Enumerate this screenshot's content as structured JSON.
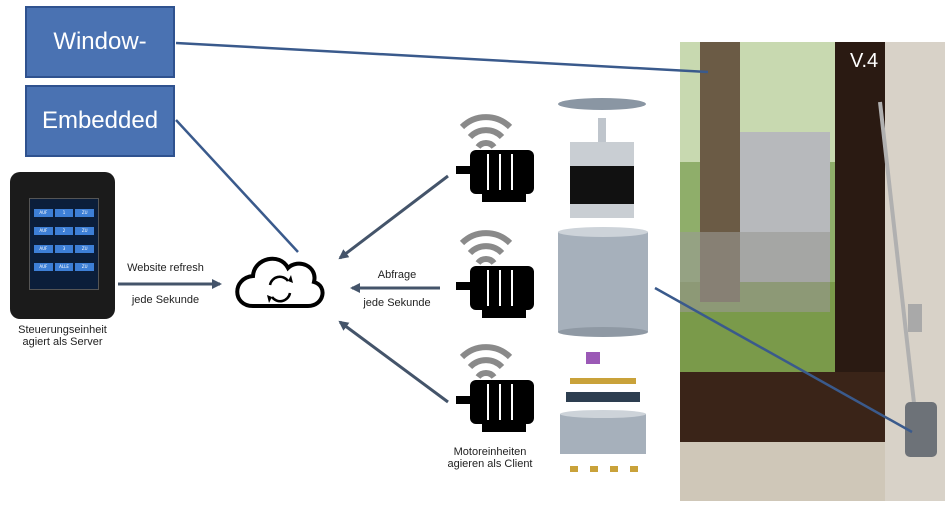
{
  "boxes": {
    "top": "Window-",
    "bottom": "Embedded"
  },
  "tablet": {
    "buttons": [
      [
        "AUF",
        "1",
        "ZU"
      ],
      [
        "AUF",
        "2",
        "ZU"
      ],
      [
        "AUF",
        "3",
        "ZU"
      ],
      [
        "AUF",
        "ALLE",
        "ZU"
      ]
    ],
    "caption_line1": "Steuerungseinheit",
    "caption_line2": "agiert als Server"
  },
  "arrow_left": {
    "line1": "Website refresh",
    "line2": "jede Sekunde"
  },
  "arrow_mid": {
    "line1": "Abfrage",
    "line2": "jede Sekunde"
  },
  "motors_caption": {
    "line1": "Motoreinheiten",
    "line2": "agieren als Client"
  },
  "photo": {
    "version_label": "V.4"
  },
  "icons": [
    "cloud-sync-icon",
    "wireless-motor-icon"
  ],
  "colors": {
    "box_fill": "#4a72b2",
    "box_border": "#2f528f",
    "connector": "#3a5a8c",
    "arrow": "#44546a"
  }
}
